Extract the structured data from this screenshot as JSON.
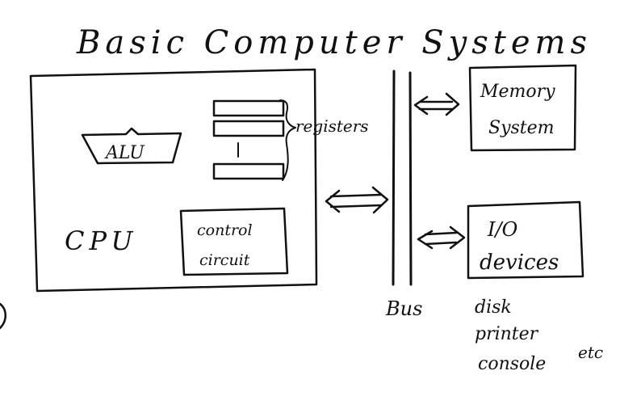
{
  "title": "Basic Computer Systems",
  "cpu": {
    "label": "CPU",
    "alu_label": "ALU",
    "registers_label": "registers",
    "control_label_line1": "control",
    "control_label_line2": "circuit"
  },
  "bus": {
    "label": "Bus"
  },
  "memory": {
    "label_line1": "Memory",
    "label_line2": "System"
  },
  "io": {
    "label_line1": "I/O",
    "label_line2": "devices",
    "examples": [
      "disk",
      "printer",
      "console"
    ],
    "etc": "etc"
  },
  "colors": {
    "ink": "#111111",
    "paper": "#ffffff"
  }
}
